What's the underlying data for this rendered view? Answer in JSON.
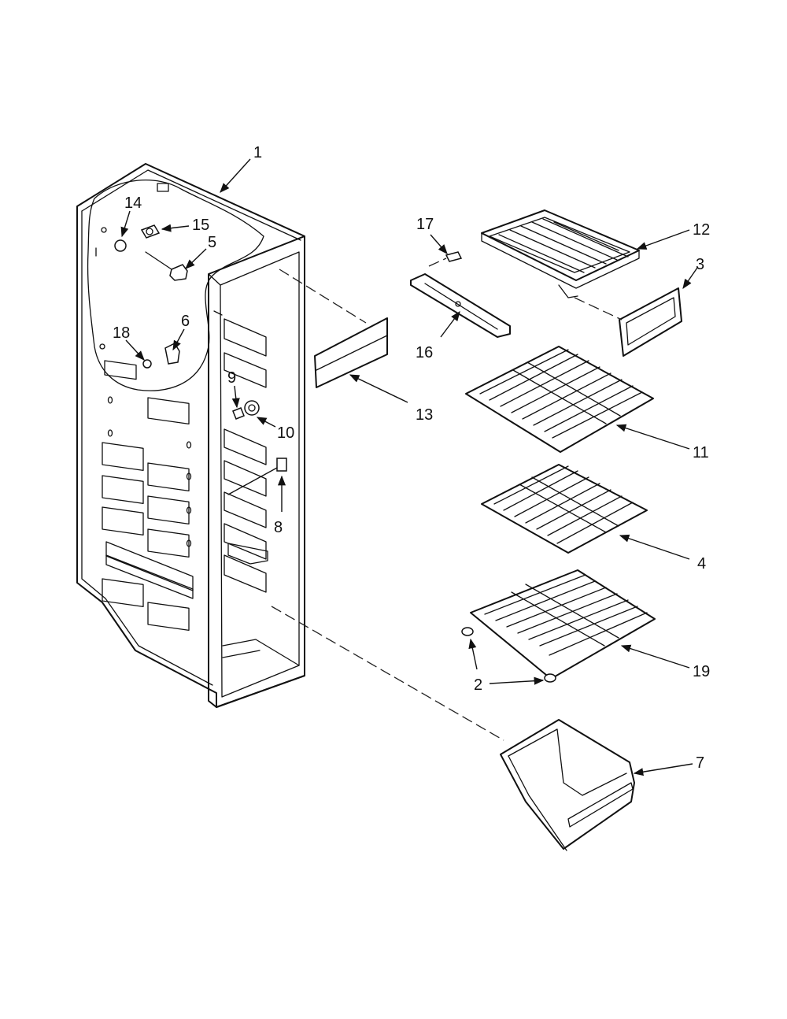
{
  "diagram": {
    "callouts": [
      {
        "id": "c1",
        "text": "1"
      },
      {
        "id": "c2",
        "text": "2"
      },
      {
        "id": "c3",
        "text": "3"
      },
      {
        "id": "c4",
        "text": "4"
      },
      {
        "id": "c5",
        "text": "5"
      },
      {
        "id": "c6",
        "text": "6"
      },
      {
        "id": "c7",
        "text": "7"
      },
      {
        "id": "c8",
        "text": "8"
      },
      {
        "id": "c9",
        "text": "9"
      },
      {
        "id": "c10",
        "text": "10"
      },
      {
        "id": "c11",
        "text": "11"
      },
      {
        "id": "c12",
        "text": "12"
      },
      {
        "id": "c13",
        "text": "13"
      },
      {
        "id": "c14",
        "text": "14"
      },
      {
        "id": "c15",
        "text": "15"
      },
      {
        "id": "c16",
        "text": "16"
      },
      {
        "id": "c17",
        "text": "17"
      },
      {
        "id": "c18",
        "text": "18"
      },
      {
        "id": "c19",
        "text": "19"
      }
    ]
  }
}
